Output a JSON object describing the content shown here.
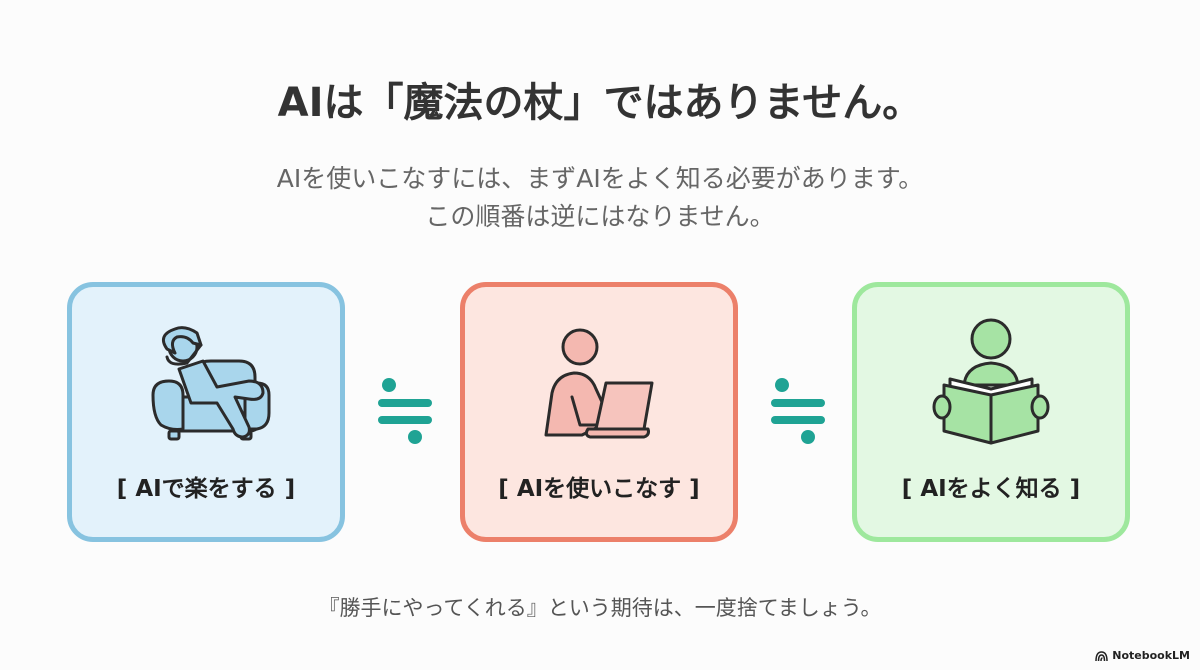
{
  "slide": {
    "title": "AIは「魔法の杖」ではありません。",
    "subtitle_lines": [
      "AIを使いこなすには、まずAIをよく知る必要があります。",
      "この順番は逆にはなりません。"
    ],
    "cards": [
      {
        "label": "[ AIで楽をする ]",
        "icon": "relaxing-on-sofa-icon",
        "border_color": "#87c3e0",
        "fill_color": "#e3f2fb"
      },
      {
        "label": "[ AIを使いこなす ]",
        "icon": "person-at-laptop-icon",
        "border_color": "#ec806a",
        "fill_color": "#fde6e0"
      },
      {
        "label": "[ AIをよく知る ]",
        "icon": "person-reading-book-icon",
        "border_color": "#9ee89d",
        "fill_color": "#e3f8e3"
      }
    ],
    "connectors": [
      {
        "symbol": "≒",
        "color": "#1fa394"
      },
      {
        "symbol": "≒",
        "color": "#1fa394"
      }
    ],
    "footer": "『勝手にやってくれる』という期待は、一度捨てましょう。",
    "brand": "NotebookLM"
  }
}
